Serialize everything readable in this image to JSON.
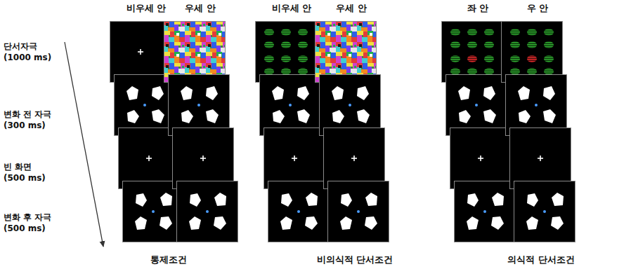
{
  "diagram": {
    "labels": [
      "비우세 안",
      "우세 안",
      "비우세 안",
      "우세 안",
      "좌 안",
      "우 안",
      "단서자극 (1000 ms)",
      "변화 전 자극 (300 ms)",
      "빈 화면 (500 ms)",
      "변화 후 자극 (500 ms)",
      "통제조건",
      "비의식적 단서조건",
      "의식적 단서조건"
    ]
  }
}
